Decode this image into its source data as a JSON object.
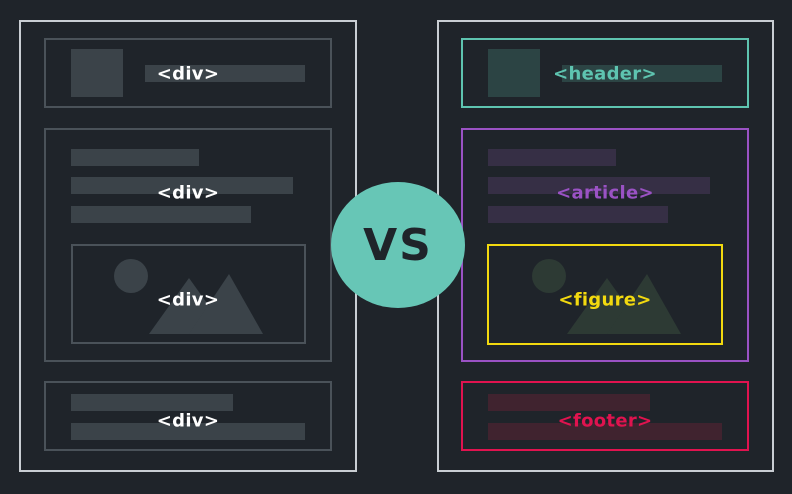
{
  "left": {
    "header_tag": "<div>",
    "article_tag": "<div>",
    "figure_tag": "<div>",
    "footer_tag": "<div>"
  },
  "right": {
    "header_tag": "<header>",
    "article_tag": "<article>",
    "figure_tag": "<figure>",
    "footer_tag": "<footer>"
  },
  "center": {
    "label": "VS"
  },
  "colors": {
    "background": "#1f242a",
    "neutral": "#4a5259",
    "header": "#5ec4b0",
    "article": "#9a52c4",
    "figure": "#f2d90f",
    "footer": "#e0134f",
    "vs_circle": "#67c6b6"
  }
}
